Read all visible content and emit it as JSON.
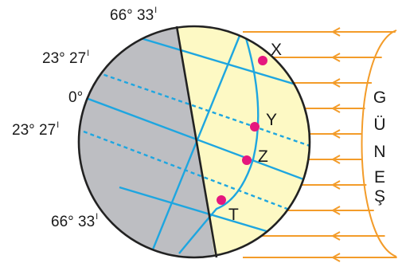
{
  "colors": {
    "night": "#bdbec2",
    "day": "#fdf9c4",
    "lines": "#1ea6e0",
    "outline": "#222222",
    "points": "#e5177e",
    "rays": "#f39c2a"
  },
  "latitudes": {
    "top_north": {
      "deg": "66°",
      "min": "33",
      "sup": "I"
    },
    "tropic_north": {
      "deg": "23°",
      "min": "27",
      "sup": "I"
    },
    "equator": {
      "text": "0°"
    },
    "tropic_south": {
      "deg": "23°",
      "min": "27",
      "sup": "I"
    },
    "bottom_south": {
      "deg": "66°",
      "min": "33",
      "sup": "I"
    }
  },
  "points": {
    "x": "X",
    "y": "Y",
    "z": "Z",
    "t": "T"
  },
  "sun_letters": [
    "G",
    "Ü",
    "N",
    "E",
    "Ş"
  ]
}
